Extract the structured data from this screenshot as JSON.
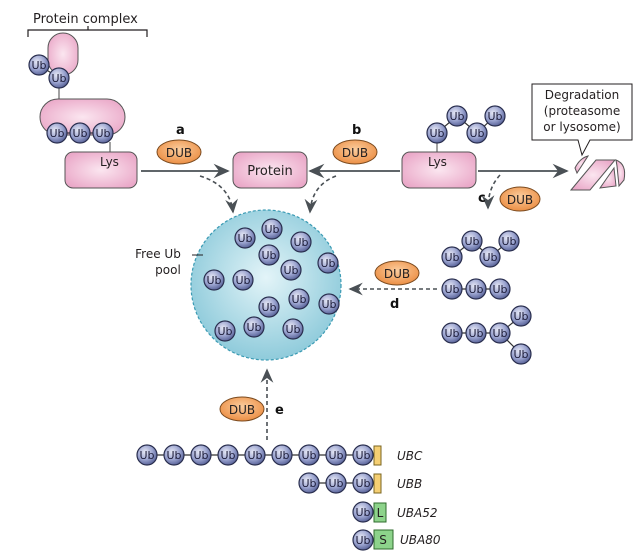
{
  "diagram": {
    "labels": {
      "protein_complex": "Protein complex",
      "protein": "Protein",
      "lys": "Lys",
      "degradation_line1": "Degradation",
      "degradation_line2": "(proteasome",
      "degradation_line3": "or lysosome)",
      "free_pool_line1": "Free Ub",
      "free_pool_line2": "pool",
      "ub": "Ub",
      "dub": "DUB"
    },
    "steps": [
      "a",
      "b",
      "c",
      "d",
      "e"
    ],
    "genes": [
      {
        "name": "UBC",
        "ub_count": 9,
        "tail": ""
      },
      {
        "name": "UBB",
        "ub_count": 3,
        "tail": ""
      },
      {
        "name": "UBA52",
        "ub_count": 1,
        "tail": "L"
      },
      {
        "name": "UBA80",
        "ub_count": 1,
        "tail": "S"
      }
    ],
    "colors": {
      "ub_fill": "#7b86b8",
      "protein_fill": "#efb7d2",
      "dub_fill": "#f3a560",
      "pool_fill": "#a7d8e4",
      "yellow_tail": "#f5cf73",
      "green_tail": "#8dd38b"
    }
  }
}
